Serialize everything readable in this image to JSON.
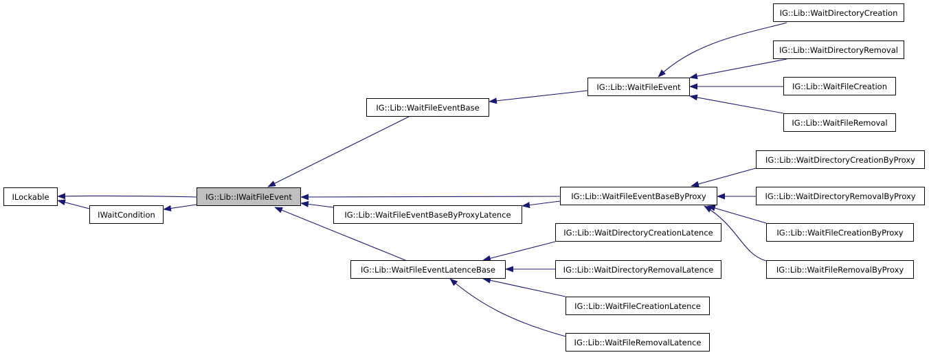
{
  "diagram": {
    "nodes": {
      "ilockable": "ILockable",
      "iwaitcondition": "IWaitCondition",
      "iwaitfileevent": "IG::Lib::IWaitFileEvent",
      "waitfileeventbase": "IG::Lib::WaitFileEventBase",
      "waitfileeventbasebyproxylatence": "IG::Lib::WaitFileEventBaseByProxyLatence",
      "waitfileeventlatencebase": "IG::Lib::WaitFileEventLatenceBase",
      "waitfileevent": "IG::Lib::WaitFileEvent",
      "waitfileeventbasebyproxy": "IG::Lib::WaitFileEventBaseByProxy",
      "waitdirectorycreation": "IG::Lib::WaitDirectoryCreation",
      "waitdirectoryremoval": "IG::Lib::WaitDirectoryRemoval",
      "waitfilecreation": "IG::Lib::WaitFileCreation",
      "waitfileremoval": "IG::Lib::WaitFileRemoval",
      "waitdirectorycreationbyproxy": "IG::Lib::WaitDirectoryCreationByProxy",
      "waitdirectoryremovalbyproxy": "IG::Lib::WaitDirectoryRemovalByProxy",
      "waitfilecreationbyproxy": "IG::Lib::WaitFileCreationByProxy",
      "waitfileremovalbyproxy": "IG::Lib::WaitFileRemovalByProxy",
      "waitdirectorycreationlatence": "IG::Lib::WaitDirectoryCreationLatence",
      "waitdirectoryremovallatence": "IG::Lib::WaitDirectoryRemovalLatence",
      "waitfilecreationlatence": "IG::Lib::WaitFileCreationLatence",
      "waitfileremovallatence": "IG::Lib::WaitFileRemovalLatence"
    },
    "colors": {
      "edge": "#191970",
      "current_node_fill": "#bfbfbf",
      "node_border": "#000000"
    }
  }
}
